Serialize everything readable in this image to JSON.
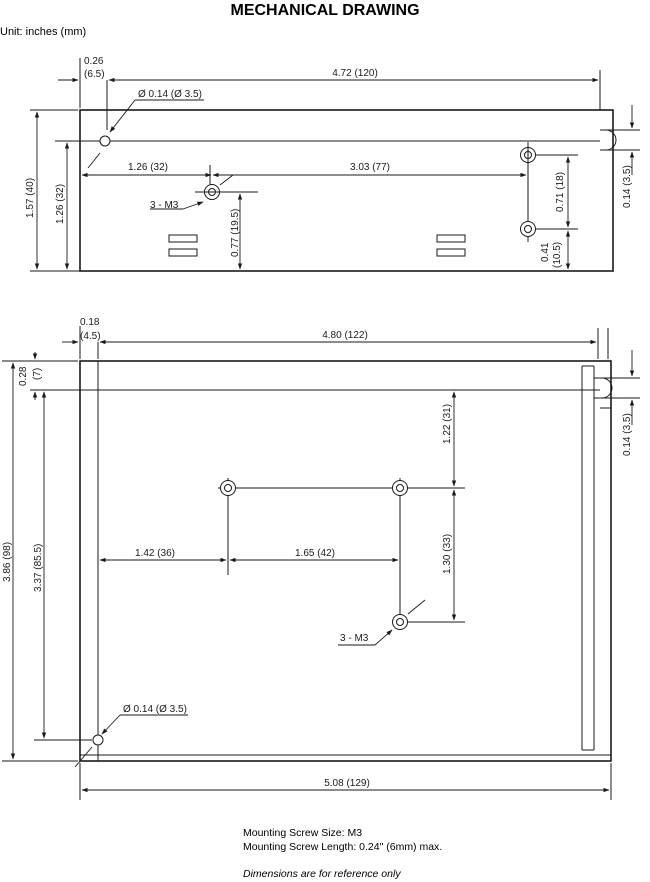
{
  "header": {
    "title": "MECHANICAL DRAWING",
    "unit": "Unit: inches (mm)"
  },
  "top_view": {
    "dims": {
      "left_offset": "0.26",
      "left_offset_mm": "(6.5)",
      "width": "4.72 (120)",
      "hole_dia": "Ø 0.14 (Ø 3.5)",
      "height_total": "1.57 (40)",
      "height_hole": "1.26 (32)",
      "hole_to_m3": "1.26 (32)",
      "m3_span": "3.03 (77)",
      "m3_label": "3 - M3",
      "m3_height": "0.77 (19.5)",
      "vert_span": "0.71 (18)",
      "bottom_offset": "0.41",
      "bottom_offset_mm": "(10.5)",
      "slot": "0.14 (3.5)"
    }
  },
  "bottom_view": {
    "dims": {
      "left_offset": "0.18",
      "left_offset_mm": "(4.5)",
      "width": "4.80 (122)",
      "top_offset": "0.28",
      "top_offset_mm": "(7)",
      "height_total": "3.86 (98)",
      "height_hole": "3.37 (85.5)",
      "top_to_m3": "1.22 (31)",
      "m3_vert_span": "1.30 (33)",
      "left_to_m3": "1.42 (36)",
      "m3_horiz_span": "1.65 (42)",
      "m3_label": "3 - M3",
      "hole_dia": "Ø 0.14 (Ø 3.5)",
      "overall_width": "5.08 (129)",
      "slot": "0.14 (3.5)"
    }
  },
  "notes": {
    "screw_size": "Mounting Screw Size: M3",
    "screw_length": "Mounting Screw Length: 0.24\" (6mm) max.",
    "disclaimer": "Dimensions are for reference only"
  }
}
